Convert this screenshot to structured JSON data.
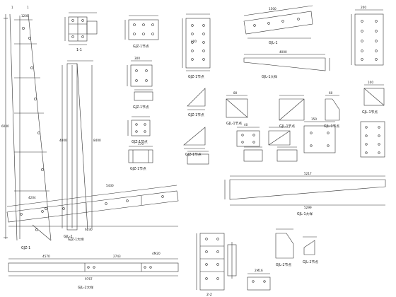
{
  "sheet": {
    "view_labels": {
      "gz1": "GJZ-1",
      "gz1_detail": "GJZ-1大样",
      "s11": "1-1",
      "gz2_plate": "GJZ-1节点",
      "gz2_b": "GJZ-1节点",
      "gz3_box": "GJZ-1节点",
      "gz4": "GJZ-1节点",
      "gz5": "GJZ-1节点",
      "gz6": "GJZ-1节点",
      "gz7": "GJZ-1节点",
      "gl1": "GJL-1",
      "gl1_detail": "GJL-1大样",
      "gl1_tri": "GJL-1节点",
      "gl1_b": "GJL-1节点",
      "gl1_c": "GJL-1节点",
      "gl1_d": "GJL-1节点",
      "gl2": "GJL-2",
      "gl2_detail": "GJL-2大样",
      "s22": "2-2",
      "gl2_b": "GJL-2节点",
      "gl2_c": "GJL-2节点"
    },
    "dims": {
      "top_a": "1",
      "top_b": "1",
      "d1200": "1200",
      "d1500": "1500",
      "d4800": "4800",
      "d6040": "6040",
      "d8400": "8400",
      "d4000": "4000",
      "d5217": "5217",
      "d5299": "5299",
      "d4204": "4204",
      "d5430": "5430",
      "d4570": "4570",
      "d2743": "2743",
      "d9767": "9767",
      "d6230": "6230",
      "d4M20": "4M20",
      "d2M16": "2M16",
      "d400": "400",
      "d300": "300",
      "d200": "200",
      "d170": "170",
      "d100": "100",
      "d150": "150",
      "d80": "80",
      "d40": "40",
      "d60": "60"
    }
  }
}
